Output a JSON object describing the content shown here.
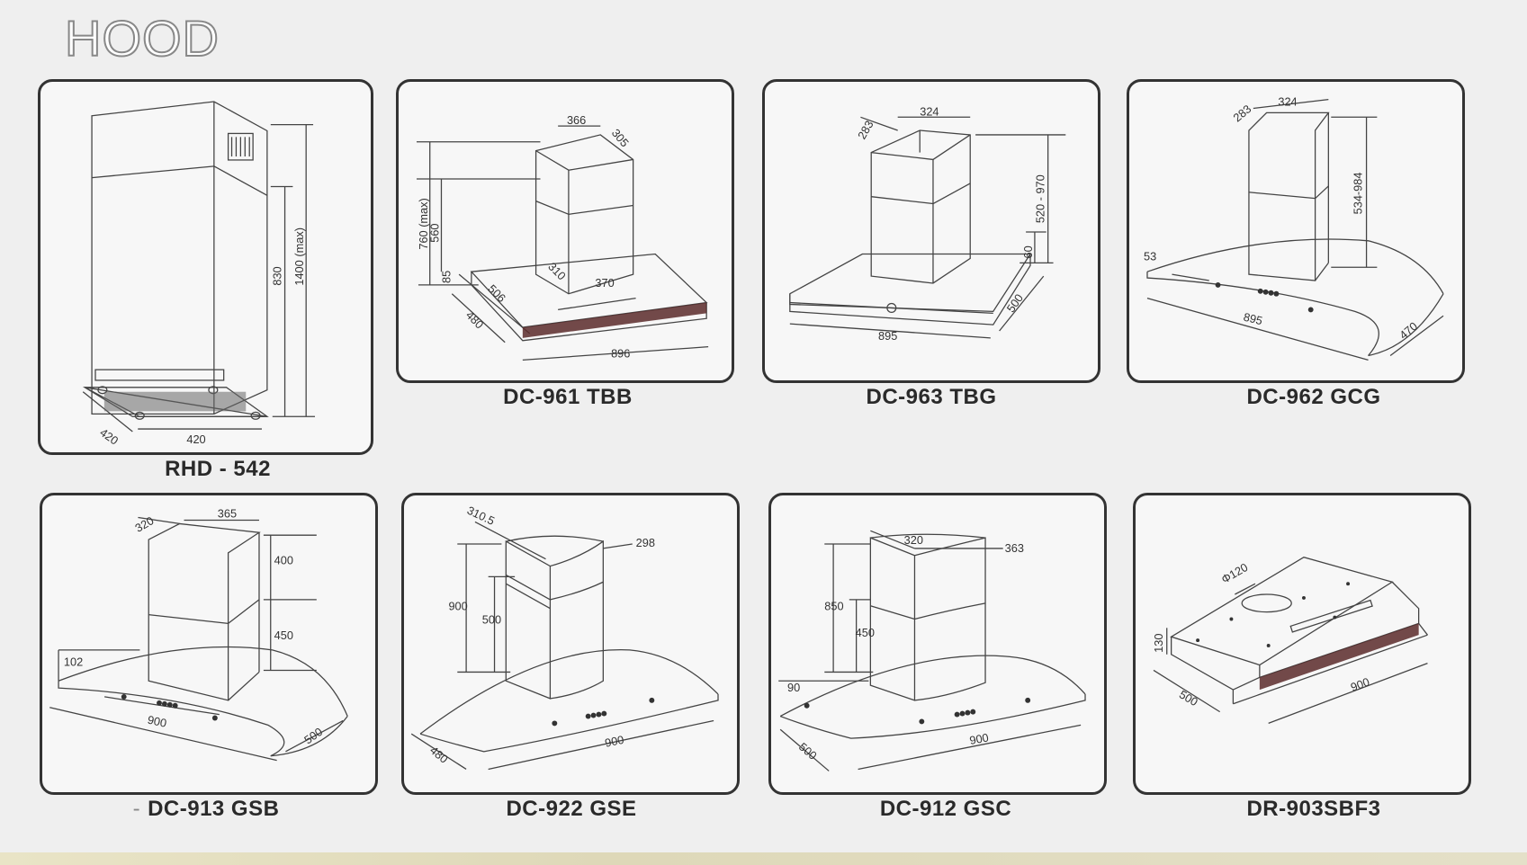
{
  "page_title": "HOOD",
  "models": [
    {
      "label": "RHD - 542",
      "dims": [
        "420",
        "420",
        "830",
        "1400 (max)"
      ]
    },
    {
      "label": "DC-961 TBB",
      "dims": [
        "366",
        "305",
        "760 (max)",
        "560",
        "85",
        "506",
        "480",
        "310",
        "370",
        "896"
      ]
    },
    {
      "label": "DC-963 TBG",
      "dims": [
        "324",
        "283",
        "520 - 970",
        "60",
        "500",
        "895"
      ]
    },
    {
      "label": "DC-962 GCG",
      "dims": [
        "324",
        "283",
        "534-984",
        "53",
        "895",
        "470"
      ]
    },
    {
      "label": "DC-913 GSB",
      "dims": [
        "365",
        "320",
        "400",
        "450",
        "102",
        "900",
        "500"
      ],
      "prefix": "-"
    },
    {
      "label": "DC-922 GSE",
      "dims": [
        "310.5",
        "298",
        "900",
        "500",
        "480",
        "900"
      ]
    },
    {
      "label": "DC-912 GSC",
      "dims": [
        "320",
        "363",
        "850",
        "450",
        "90",
        "500",
        "900"
      ]
    },
    {
      "label": "DR-903SBF3",
      "dims": [
        "Φ120",
        "130",
        "500",
        "900"
      ]
    }
  ]
}
